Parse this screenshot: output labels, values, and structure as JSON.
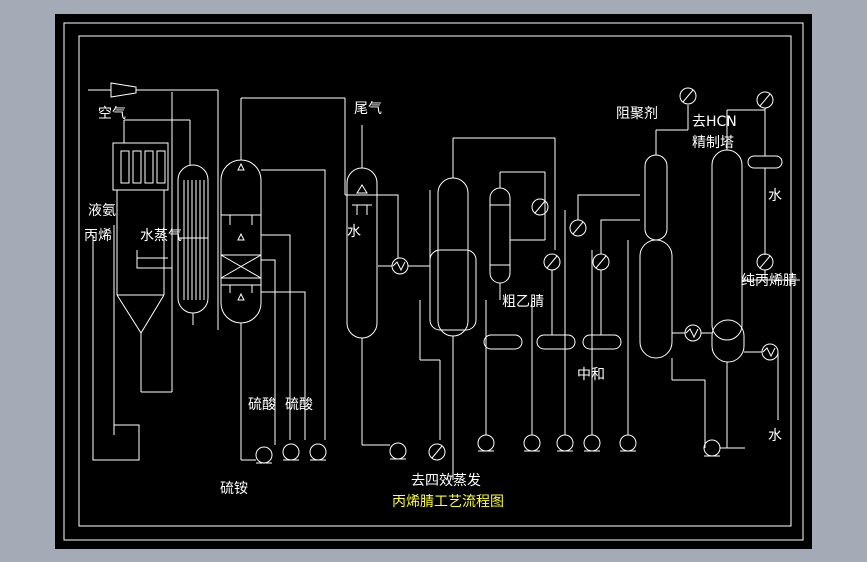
{
  "colors": {
    "backdrop": "#a5abb6",
    "sheet": "#000000",
    "line": "#ffffff",
    "title": "#ffff33"
  },
  "diagram": {
    "title": "丙烯腈工艺流程图",
    "labels": {
      "air": "空气",
      "liquid_ammonia": "液氨",
      "propylene": "丙烯",
      "steam": "水蒸气",
      "tail_gas": "尾气",
      "water_absorber": "水",
      "sulfuric_acid_1": "硫酸",
      "sulfuric_acid_2": "硫酸",
      "ammonium_sulfate": "硫铵",
      "to_four_effect_evaporation": "去四效蒸发",
      "crude_acetonitrile": "粗乙腈",
      "inhibitor": "阻聚剂",
      "to_hcn_refining_tower": "去HCN\n精制塔",
      "neutralization": "中和",
      "water_top": "水",
      "pure_acrylonitrile": "纯丙烯腈",
      "water_bottom": "水"
    }
  }
}
